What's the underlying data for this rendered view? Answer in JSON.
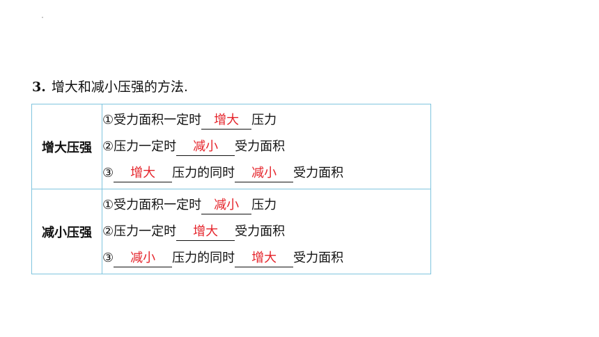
{
  "heading": {
    "number": "3.",
    "text": "增大和减小压强的方法."
  },
  "rows": [
    {
      "label": "增大压强",
      "lines": [
        {
          "prefix": "①受力面积一定时",
          "blank": "增大",
          "suffix": "压力"
        },
        {
          "prefix": "②压力一定时",
          "blank": "减小",
          "suffix": "受力面积"
        },
        {
          "prefix": "③",
          "blank": "增大",
          "middle": "压力的同时",
          "blank2": "减小",
          "suffix": "受力面积"
        }
      ]
    },
    {
      "label": "减小压强",
      "lines": [
        {
          "prefix": "①受力面积一定时",
          "blank": "减小",
          "suffix": "压力"
        },
        {
          "prefix": "②压力一定时",
          "blank": "增大",
          "suffix": "受力面积"
        },
        {
          "prefix": "③",
          "blank": "减小",
          "middle": "压力的同时",
          "blank2": "增大",
          "suffix": "受力面积"
        }
      ]
    }
  ],
  "colors": {
    "answer": "#e5242b",
    "border": "#7fc4de",
    "text": "#111111"
  }
}
